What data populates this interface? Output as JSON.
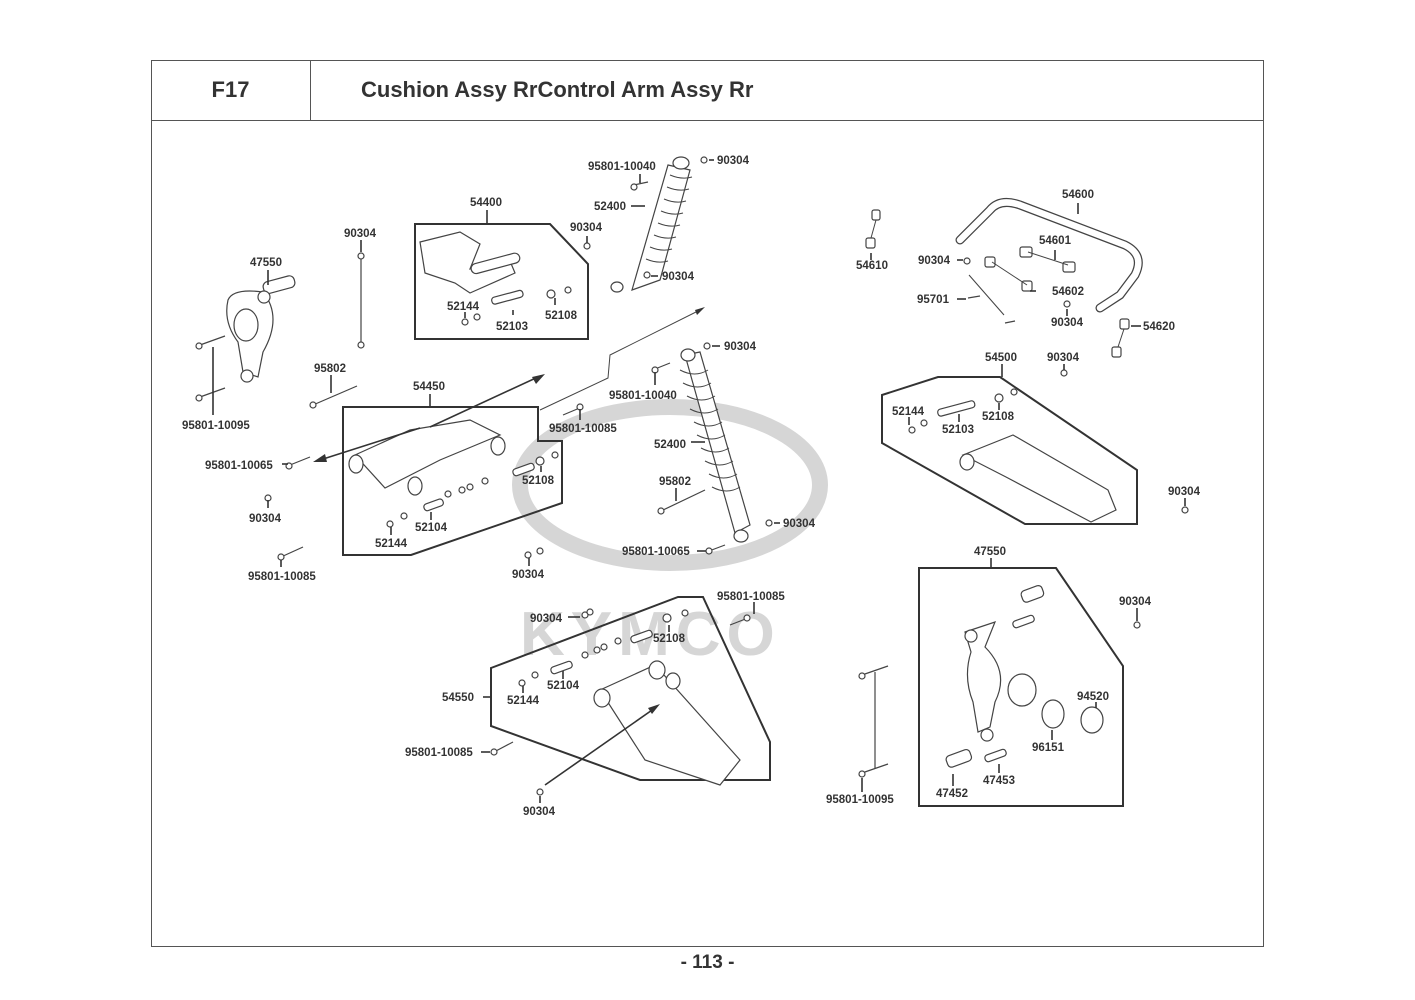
{
  "header": {
    "section_code": "F17",
    "title": "Cushion Assy RrControl Arm Assy Rr"
  },
  "footer": {
    "page_number": "- 113 -"
  },
  "watermark": {
    "brand": "KYMCO",
    "color": "#d6d6d6"
  },
  "callouts": [
    {
      "id": "c1",
      "part_no": "95801-10040"
    },
    {
      "id": "c2",
      "part_no": "90304"
    },
    {
      "id": "c3",
      "part_no": "54400"
    },
    {
      "id": "c4",
      "part_no": "52400"
    },
    {
      "id": "c5",
      "part_no": "90304"
    },
    {
      "id": "c6",
      "part_no": "90304"
    },
    {
      "id": "c7",
      "part_no": "90304"
    },
    {
      "id": "c8",
      "part_no": "47550"
    },
    {
      "id": "c9",
      "part_no": "52144"
    },
    {
      "id": "c10",
      "part_no": "52103"
    },
    {
      "id": "c11",
      "part_no": "52108"
    },
    {
      "id": "c12",
      "part_no": "95802"
    },
    {
      "id": "c13",
      "part_no": "54450"
    },
    {
      "id": "c14",
      "part_no": "95801-10095"
    },
    {
      "id": "c15",
      "part_no": "90304"
    },
    {
      "id": "c16",
      "part_no": "95801-10040"
    },
    {
      "id": "c17",
      "part_no": "95801-10085"
    },
    {
      "id": "c18",
      "part_no": "95801-10065"
    },
    {
      "id": "c19",
      "part_no": "52108"
    },
    {
      "id": "c20",
      "part_no": "52400"
    },
    {
      "id": "c21",
      "part_no": "90304"
    },
    {
      "id": "c22",
      "part_no": "52104"
    },
    {
      "id": "c23",
      "part_no": "52144"
    },
    {
      "id": "c24",
      "part_no": "95802"
    },
    {
      "id": "c25",
      "part_no": "90304"
    },
    {
      "id": "c26",
      "part_no": "95801-10065"
    },
    {
      "id": "c27",
      "part_no": "95801-10085"
    },
    {
      "id": "c28",
      "part_no": "90304"
    },
    {
      "id": "c29",
      "part_no": "54600"
    },
    {
      "id": "c30",
      "part_no": "54610"
    },
    {
      "id": "c31",
      "part_no": "54601"
    },
    {
      "id": "c32",
      "part_no": "90304"
    },
    {
      "id": "c33",
      "part_no": "54602"
    },
    {
      "id": "c34",
      "part_no": "95701"
    },
    {
      "id": "c35",
      "part_no": "90304"
    },
    {
      "id": "c36",
      "part_no": "54620"
    },
    {
      "id": "c37",
      "part_no": "54500"
    },
    {
      "id": "c38",
      "part_no": "90304"
    },
    {
      "id": "c39",
      "part_no": "52144"
    },
    {
      "id": "c40",
      "part_no": "52108"
    },
    {
      "id": "c41",
      "part_no": "52103"
    },
    {
      "id": "c42",
      "part_no": "90304"
    },
    {
      "id": "c43",
      "part_no": "47550"
    },
    {
      "id": "c44",
      "part_no": "90304"
    },
    {
      "id": "c45",
      "part_no": "95801-10085"
    },
    {
      "id": "c46",
      "part_no": "90304"
    },
    {
      "id": "c47",
      "part_no": "52108"
    },
    {
      "id": "c48",
      "part_no": "54550"
    },
    {
      "id": "c49",
      "part_no": "52104"
    },
    {
      "id": "c50",
      "part_no": "52144"
    },
    {
      "id": "c51",
      "part_no": "95801-10085"
    },
    {
      "id": "c52",
      "part_no": "90304"
    },
    {
      "id": "c53",
      "part_no": "94520"
    },
    {
      "id": "c54",
      "part_no": "96151"
    },
    {
      "id": "c55",
      "part_no": "47452"
    },
    {
      "id": "c56",
      "part_no": "47453"
    },
    {
      "id": "c57",
      "part_no": "95801-10095"
    }
  ]
}
